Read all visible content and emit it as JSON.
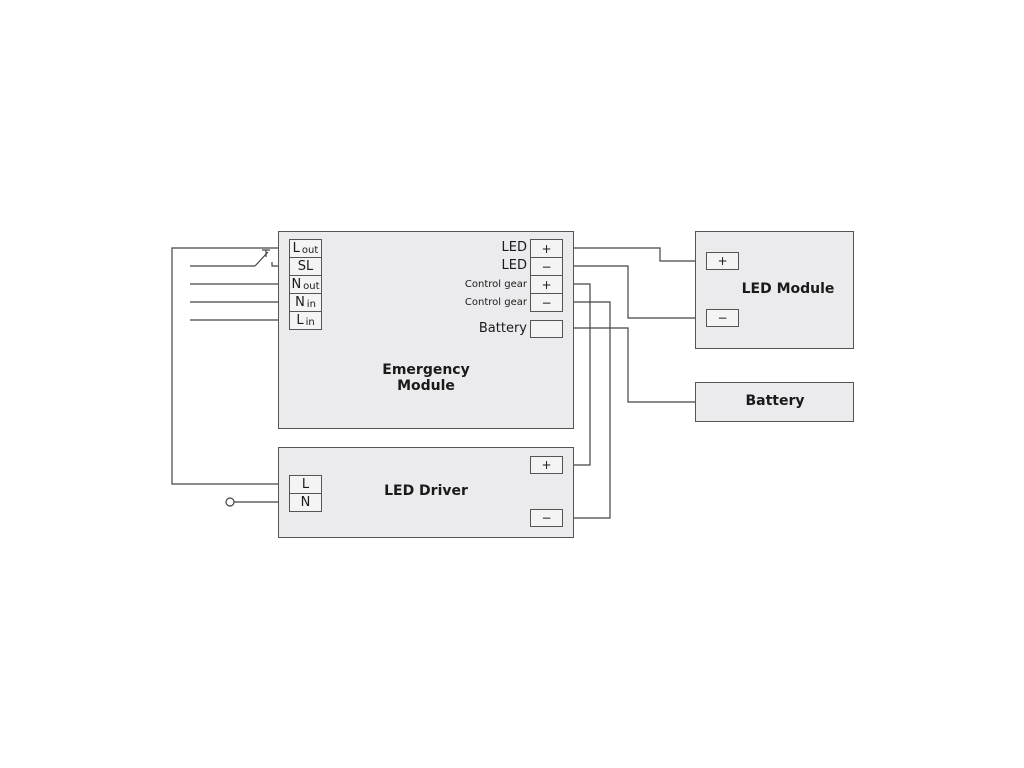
{
  "emergency_module": {
    "title_line1": "Emergency",
    "title_line2": "Module",
    "inputs": [
      {
        "main": "L",
        "sub": "out"
      },
      {
        "main": "SL",
        "sub": ""
      },
      {
        "main": "N",
        "sub": "out"
      },
      {
        "main": "N",
        "sub": "in"
      },
      {
        "main": "L",
        "sub": "in"
      }
    ],
    "outputs": [
      {
        "label": "LED",
        "sign": "+"
      },
      {
        "label": "LED",
        "sign": "−"
      },
      {
        "label": "Control gear",
        "sign": "+"
      },
      {
        "label": "Control gear",
        "sign": "−"
      }
    ],
    "battery_label": "Battery"
  },
  "led_module": {
    "title": "LED Module",
    "plus": "+",
    "minus": "−"
  },
  "battery": {
    "title": "Battery"
  },
  "led_driver": {
    "title": "LED Driver",
    "inputs": [
      "L",
      "N"
    ],
    "plus": "+",
    "minus": "−"
  },
  "colors": {
    "box_fill": "#ebebed",
    "line": "#444444"
  }
}
